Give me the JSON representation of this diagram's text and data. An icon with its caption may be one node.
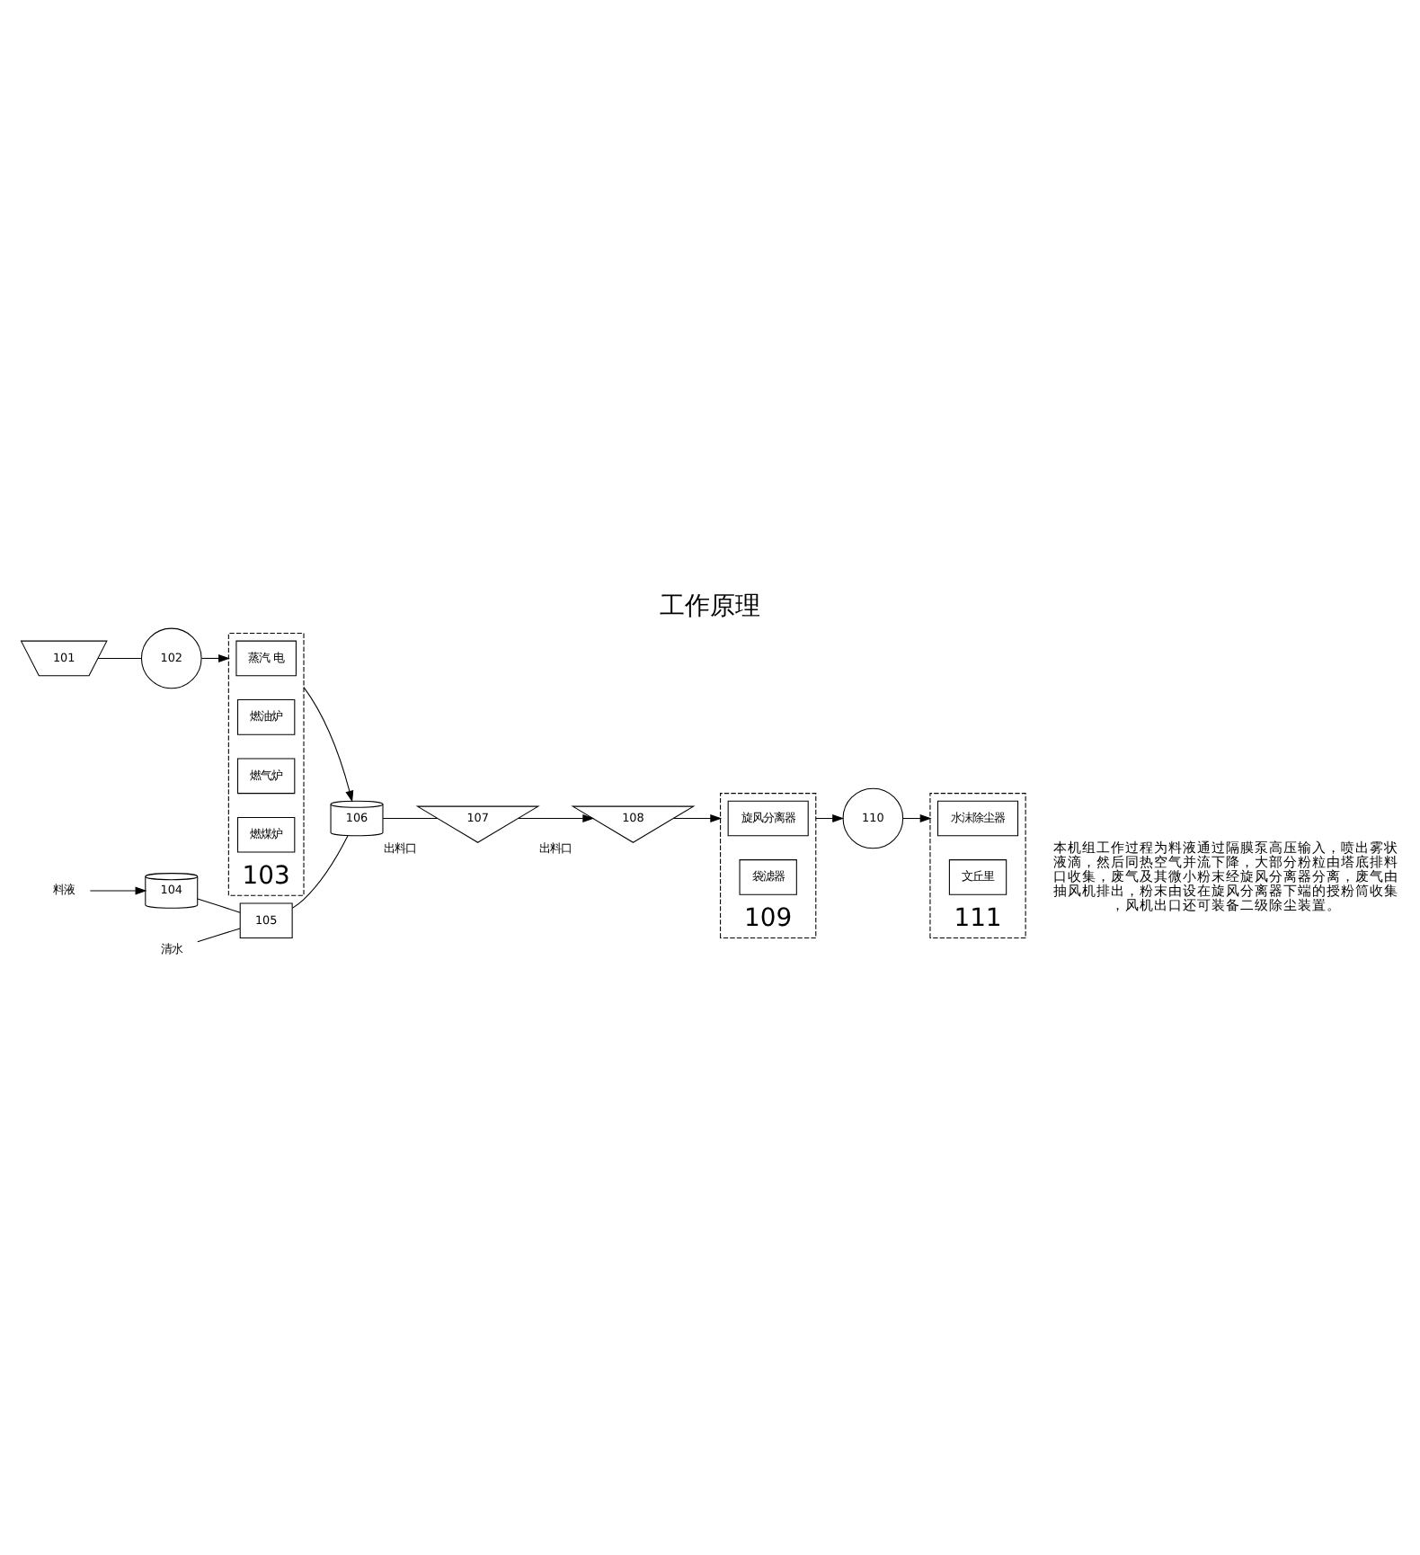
{
  "diagram": {
    "title": "工作原理",
    "caption": "本机组工作过程为料液通过隔膜泵高压输入，喷出雾状液滴，然后同热空气并流下降，大部分粉粒由塔底排料口收集，废气及其微小粉末经旋风分离器分离，废气由抽风机排出，粉末由设在旋风分离器下端的授粉筒收集，风机出口还可装备二级除尘装置。",
    "nodes": [
      {
        "text": [
          "101"
        ]
      },
      {
        "text": [
          "102"
        ]
      },
      {
        "text": [
          "103"
        ]
      },
      {
        "text": [
          "蒸汽 电"
        ],
        "in": 2
      },
      {
        "text": [
          "燃油炉"
        ],
        "in": 2
      },
      {
        "text": [
          "燃气炉"
        ],
        "in": 2
      },
      {
        "text": [
          "燃煤炉"
        ],
        "in": 2
      },
      {
        "text": [
          "106"
        ]
      },
      {
        "text": [
          "107"
        ],
        "beside": [
          "出料口"
        ]
      },
      {
        "text": [
          "料液"
        ]
      },
      {
        "text": [
          "104"
        ]
      },
      {
        "text": [
          "清水"
        ]
      },
      {
        "text": [
          "105"
        ]
      },
      {
        "text": [
          "108"
        ],
        "beside": [
          "出料口"
        ]
      },
      {
        "text": [
          "109"
        ]
      },
      {
        "text": [
          "旋风分离器"
        ],
        "in": 14
      },
      {
        "text": [
          "袋滤器"
        ],
        "in": 14
      },
      {
        "text": [
          "110"
        ]
      },
      {
        "text": [
          "111"
        ]
      },
      {
        "text": [
          "水沫除尘器"
        ],
        "in": 18
      },
      {
        "text": [
          "文丘里"
        ],
        "in": 18
      }
    ],
    "edges": [
      {
        "from": 0,
        "to": 1,
        "arrow": "none"
      },
      {
        "from": 1,
        "to": 2,
        "arrow": "to"
      },
      {
        "from": 2,
        "to": 7,
        "arrow": "to"
      },
      {
        "from": 9,
        "to": 10,
        "arrow": "to"
      },
      {
        "from": 11,
        "to": 12,
        "arrow": "none"
      },
      {
        "from": 10,
        "to": 12,
        "arrow": "none"
      },
      {
        "from": 12,
        "to": 7,
        "arrow": "none"
      },
      {
        "from": 7,
        "to": 8,
        "arrow": "none"
      },
      {
        "from": 8,
        "to": 13,
        "arrow": "to"
      },
      {
        "from": 13,
        "to": 14,
        "arrow": "to"
      },
      {
        "from": 14,
        "to": 17,
        "arrow": "to"
      },
      {
        "from": 17,
        "to": 18,
        "arrow": "to"
      }
    ]
  }
}
